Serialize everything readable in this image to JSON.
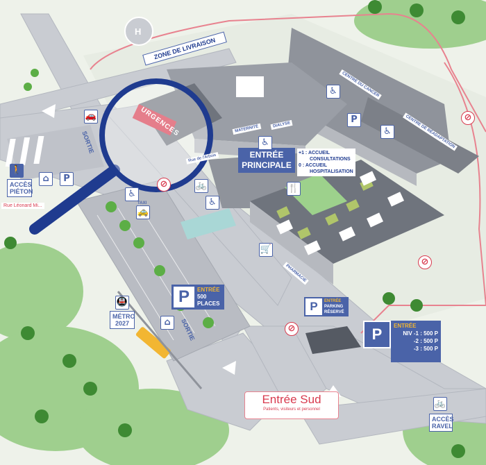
{
  "labels": {
    "zone_livraison": "ZONE DE LIVRAISON",
    "urgences": "URGENCES",
    "entree_principale_l1": "ENTRÉE",
    "entree_principale_l2": "PRINCIPALE",
    "principale_info_1": "+1 : ACCUEIL",
    "principale_info_2": "CONSULTATIONS",
    "principale_info_3": "0 : ACCUEIL",
    "principale_info_4": "HOSPITALISATION",
    "centre_cancer": "CENTRE DU CANCER",
    "centre_readaptation": "CENTRE DE RÉADAPTATION",
    "maternite": "MATERNITÉ",
    "dialyse": "DIALYSE",
    "pharmacie": "PHARMACIE",
    "rue_arbois": "Rue de l'Arbois",
    "rue_leonard": "Rue Léonard Mi...",
    "acces_pieton_l1": "ACCÈS",
    "acces_pieton_l2": "PIÉTON",
    "sortie_top": "SORTIE",
    "sortie_bottom": "SORTIE",
    "taxi": "TAXI",
    "metro_l1": "MÉTRO",
    "metro_l2": "2027",
    "parking_main_l1": "ENTRÉE",
    "parking_main_l2": "500",
    "parking_main_l3": "PLACES",
    "parking_reserve_l1": "ENTRÉE",
    "parking_reserve_l2": "PARKING",
    "parking_reserve_l3": "RÉSERVÉ",
    "parking_levels_title": "ENTRÉE",
    "parking_level_1": "NIV -1 : 500 P",
    "parking_level_2": "-2 : 500 P",
    "parking_level_3": "-3 : 500 P",
    "entree_sud_title": "Entrée Sud",
    "entree_sud_sub": "Patients, visiteurs et personnel",
    "acces_ravel_l1": "ACCÈS",
    "acces_ravel_l2": "RAVEL",
    "parking_p": "P"
  },
  "colors": {
    "background": "#eef2ea",
    "road": "#c9ccd2",
    "road_edge": "#b3b7bf",
    "building": "#8f939b",
    "building_roof": "#6f747d",
    "building_front": "#b6b9bf",
    "accent_blue": "#4a63a8",
    "navy": "#1f3b8f",
    "urgences_red": "#d83a4e",
    "boundary_pink": "#e8828f",
    "tree": "#5cae46",
    "tree_dark": "#3e8a33",
    "forest": "#8fc77c",
    "tram_yellow": "#f2b632"
  }
}
